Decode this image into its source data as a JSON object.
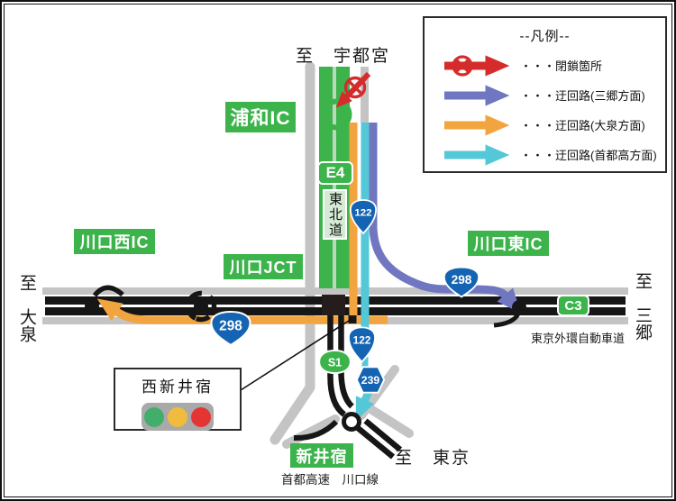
{
  "colors": {
    "green": "#3cb44b",
    "pale_green": "#d5ebd5",
    "road_gray": "#c4c4c4",
    "road_black": "#161616",
    "road_centerline": "#bcd8bc",
    "orange": "#f2a43e",
    "cyan": "#55c8d8",
    "purple": "#7077c0",
    "route_blue": "#1464b3",
    "red": "#d62b2b",
    "signal_green": "#43ae6c",
    "signal_yellow": "#f1bc3e",
    "signal_red": "#e43434",
    "signal_housing": "#a9a9a9"
  },
  "legend": {
    "title": "--凡例--",
    "items": [
      {
        "name": "closed-section",
        "label": "・・・閉鎖箇所"
      },
      {
        "name": "detour-misato",
        "label": "・・・迂回路(三郷方面)"
      },
      {
        "name": "detour-oizumi",
        "label": "・・・迂回路(大泉方面)"
      },
      {
        "name": "detour-shutoko",
        "label": "・・・迂回路(首都高方面)"
      }
    ]
  },
  "labels": {
    "to_utsunomiya": "至　宇都宮",
    "to_oizumi": "至　大泉",
    "to_misato": "至　三郷",
    "to_tokyo": "至　東京",
    "urawa_ic": "浦和IC",
    "kawaguchi_nishi_ic": "川口西IC",
    "kawaguchi_jct": "川口JCT",
    "kawaguchi_higashi_ic": "川口東IC",
    "araijuku": "新井宿",
    "nishi_araijuku": "西新井宿",
    "tohoku_do": "東北道",
    "gaikan_name": "東京外環自動車道",
    "shuto_line": "首都高速　川口線"
  },
  "badges": {
    "e4": "E4",
    "c3": "C3",
    "s1": "S1",
    "route_122_upper": "122",
    "route_122_lower": "122",
    "route_298_left": "298",
    "route_298_right": "298",
    "route_239": "239"
  }
}
